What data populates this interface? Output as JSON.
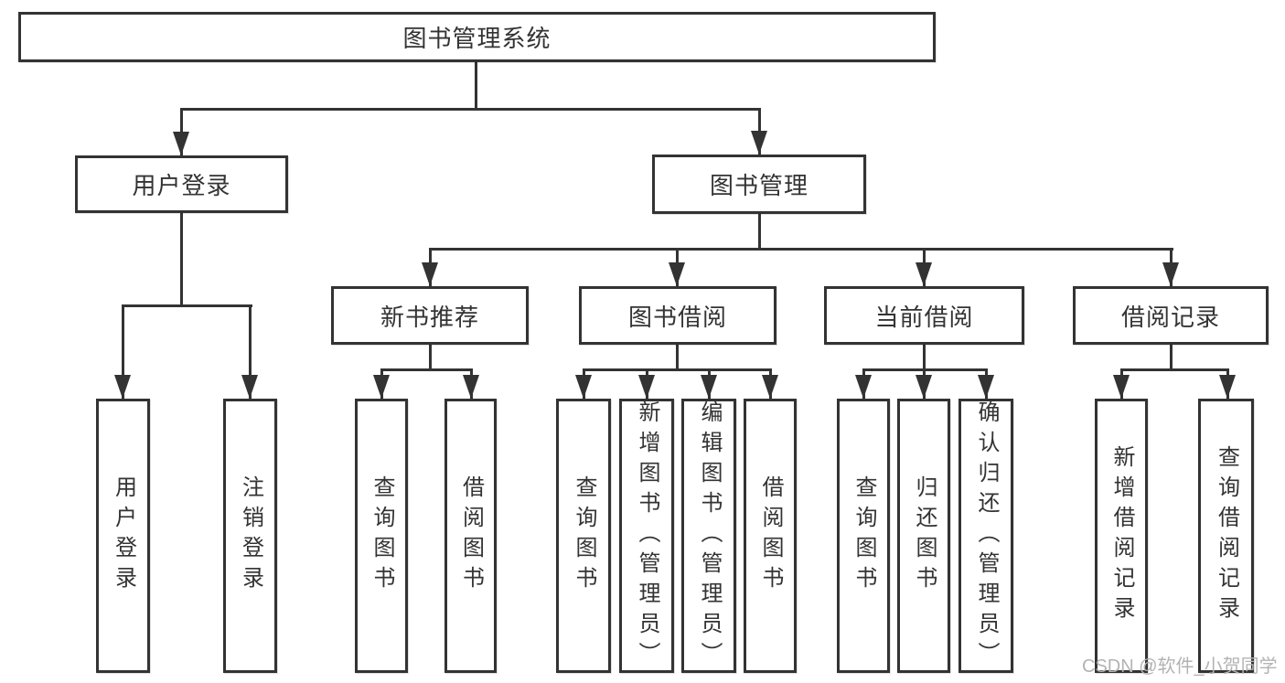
{
  "colors": {
    "line": "#333333",
    "box_border": "#333333",
    "box_fill": "#ffffff",
    "text": "#333333",
    "watermark_text": "#b3b3b3",
    "background": "#ffffff"
  },
  "diagram": {
    "root": {
      "label": "图书管理系统"
    },
    "level2": {
      "user_login": {
        "label": "用户登录"
      },
      "book_mgmt": {
        "label": "图书管理"
      }
    },
    "level3": {
      "new_books": {
        "label": "新书推荐"
      },
      "book_borrow": {
        "label": "图书借阅"
      },
      "current_borrow": {
        "label": "当前借阅"
      },
      "borrow_records": {
        "label": "借阅记录"
      }
    },
    "leaves": {
      "user_login": {
        "login": "用户登录",
        "logout": "注销登录"
      },
      "new_books": {
        "query": "查询图书",
        "borrow": "借阅图书"
      },
      "book_borrow": {
        "query": "查询图书",
        "add": "新增图书（管理员）",
        "edit": "编辑图书（管理员）",
        "borrow": "借阅图书"
      },
      "current_borrow": {
        "query": "查询图书",
        "return": "归还图书",
        "confirm": "确认归还（管理员）"
      },
      "borrow_records": {
        "add": "新增借阅记录",
        "query": "查询借阅记录"
      }
    }
  },
  "watermark": {
    "text": "CSDN @软件_小贺同学"
  }
}
